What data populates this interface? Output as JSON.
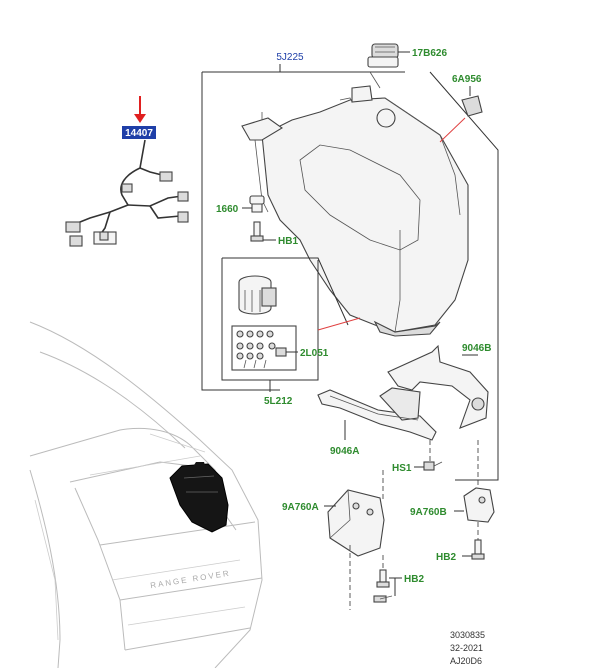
{
  "labels": {
    "hl_part": "14407",
    "kit_tank": "5J225",
    "cap": "17B626",
    "label_6a956": "6A956",
    "l1660": "1660",
    "hb1": "HB1",
    "l2l051": "2L051",
    "l5l212": "5L212",
    "l9046b": "9046B",
    "l9046a": "9046A",
    "hs1": "HS1",
    "l9a760a": "9A760A",
    "l9a760b": "9A760B",
    "hb2_right": "HB2",
    "hb2_left": "HB2"
  },
  "footer": {
    "ref1": "3030835",
    "ref2": "32-2021",
    "ref3": "AJ20D6"
  },
  "car_text": "RANGE ROVER",
  "colors": {
    "label_green": "#2e8b2e",
    "label_blue": "#1f3fa8",
    "highlight_box": "#1f3fa8",
    "arrow_red": "#e02020",
    "leader_red": "#e04040"
  }
}
